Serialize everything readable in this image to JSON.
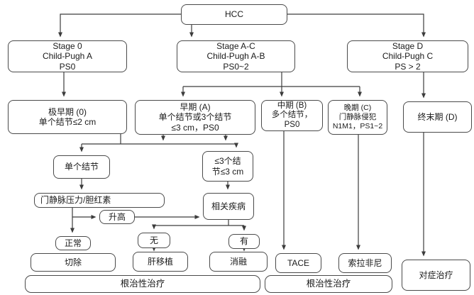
{
  "diagram": {
    "background_color": "#ffffff",
    "line_color": "#3c3c3c",
    "box_border_color": "#4a4a4a"
  },
  "nodes": {
    "hcc": {
      "lines": [
        "HCC"
      ]
    },
    "stage0": {
      "lines": [
        "Stage 0",
        "Child-Pugh A",
        "PS0"
      ]
    },
    "stageAC": {
      "lines": [
        "Stage A-C",
        "Child-Pugh A-B",
        "PS0~2"
      ]
    },
    "stageD": {
      "lines": [
        "Stage D",
        "Child-Pugh C",
        "PS > 2"
      ]
    },
    "very_early": {
      "lines": [
        "极早期 (0)",
        "单个结节≤2 cm"
      ]
    },
    "early": {
      "lines": [
        "早期 (A)",
        "单个结节或3个结节",
        "≤3 cm，PS0"
      ]
    },
    "intermediate": {
      "lines": [
        "中期 (B)",
        "多个结节，",
        "PS0"
      ]
    },
    "advanced": {
      "lines": [
        "晚期 (C)",
        "门静脉侵犯",
        "N1M1，PS1~2"
      ]
    },
    "terminal": {
      "lines": [
        "终末期 (D)"
      ]
    },
    "single_nodule": {
      "lines": [
        "单个结节"
      ]
    },
    "three_nodules": {
      "lines": [
        "≤3个结",
        "节≤3 cm"
      ]
    },
    "portal_pressure": {
      "lines": [
        "门静脉压力/胆红素"
      ]
    },
    "elevated": {
      "lines": [
        "升高"
      ]
    },
    "related_disease": {
      "lines": [
        "相关疾病"
      ]
    },
    "normal": {
      "lines": [
        "正常"
      ]
    },
    "no": {
      "lines": [
        "无"
      ]
    },
    "yes": {
      "lines": [
        "有"
      ]
    },
    "resection": {
      "lines": [
        "切除"
      ]
    },
    "transplant": {
      "lines": [
        "肝移植"
      ]
    },
    "ablation": {
      "lines": [
        "消融"
      ]
    },
    "tace": {
      "lines": [
        "TACE"
      ]
    },
    "sorafenib": {
      "lines": [
        "索拉非尼"
      ]
    },
    "symptomatic": {
      "lines": [
        "对症治疗"
      ]
    },
    "curative_left": {
      "lines": [
        "根治性治疗"
      ]
    },
    "curative_right": {
      "lines": [
        "根治性治疗"
      ]
    }
  }
}
